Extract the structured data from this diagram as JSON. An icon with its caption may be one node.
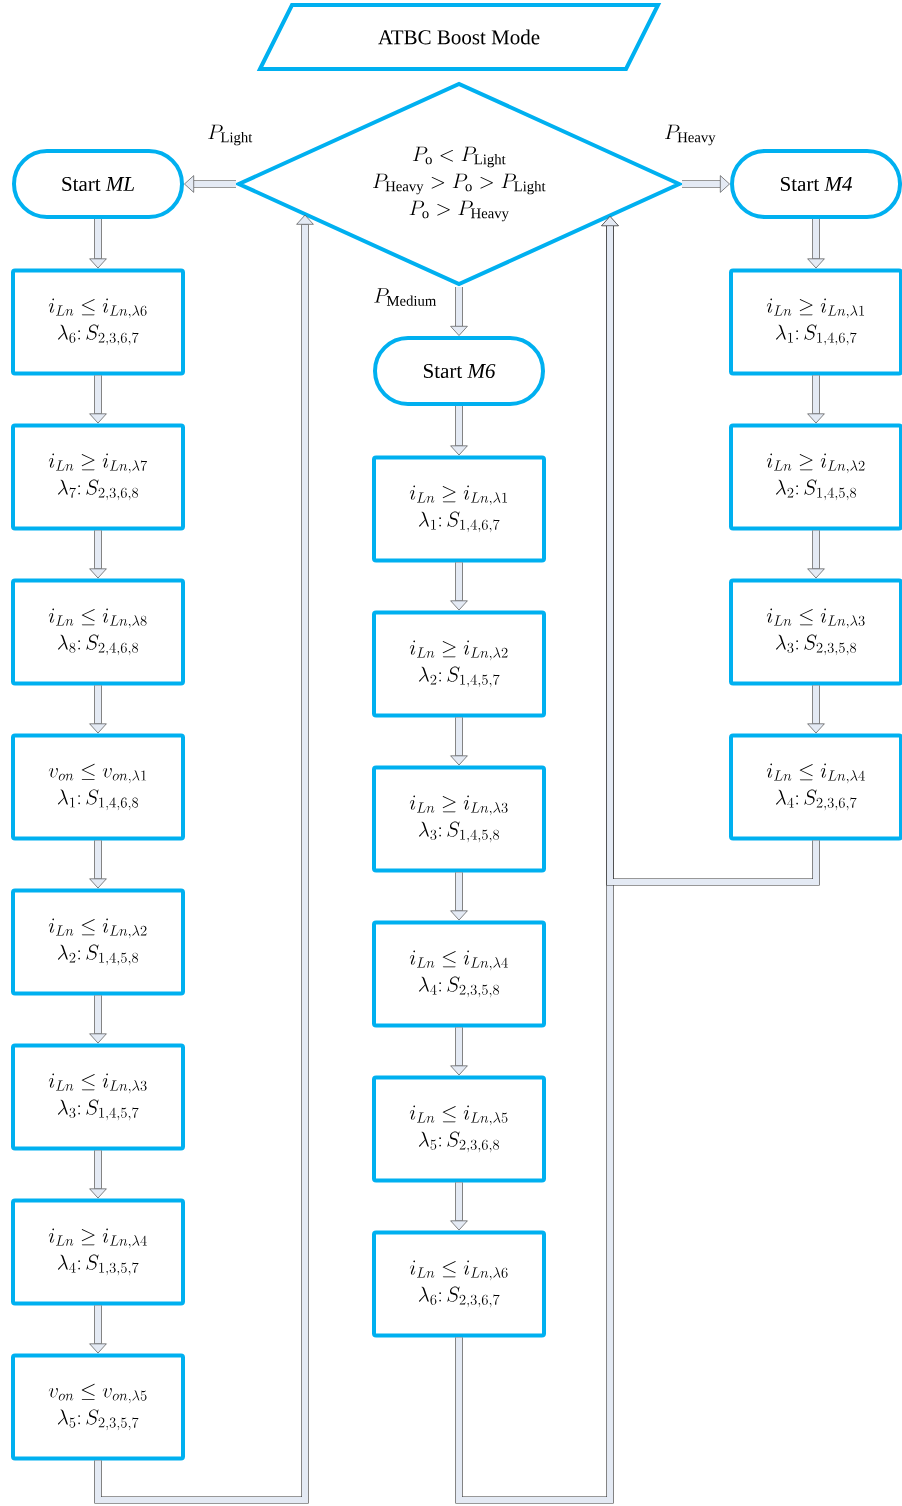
{
  "diagram": {
    "nodes": [
      {
        "text": [
          "ATBC Boost Mode"
        ]
      },
      {
        "text": [
          "P_{\\mathrm{o}} < P_{\\mathrm{Light}}",
          "P_{\\mathrm{Heavy}} > P_{\\mathrm{o}} > P_{\\mathrm{Light}}",
          "P_{\\mathrm{o}} > P_{\\mathrm{Heavy}}"
        ]
      },
      {
        "text": [
          "Start *ML*"
        ]
      },
      {
        "text": [
          "Start *M4*"
        ]
      },
      {
        "text": [
          "Start *M6*"
        ]
      },
      {
        "text": [
          "i_{Ln} \\le i_{Ln,\\lambda 6}",
          "\\lambda_6\\colon S_{2,3,6,7}"
        ]
      },
      {
        "text": [
          "i_{Ln} \\ge i_{Ln,\\lambda 7}",
          "\\lambda_7\\colon S_{2,3,6,8}"
        ]
      },
      {
        "text": [
          "i_{Ln} \\le i_{Ln,\\lambda 8}",
          "\\lambda_8\\colon S_{2,4,6,8}"
        ]
      },
      {
        "text": [
          "v_{on} \\le v_{on,\\lambda 1}",
          "\\lambda_1\\colon S_{1,4,6,8}"
        ]
      },
      {
        "text": [
          "i_{Ln} \\le i_{Ln,\\lambda 2}",
          "\\lambda_2\\colon S_{1,4,5,8}"
        ]
      },
      {
        "text": [
          "i_{Ln} \\le i_{Ln,\\lambda 3}",
          "\\lambda_3\\colon S_{1,4,5,7}"
        ]
      },
      {
        "text": [
          "i_{Ln} \\ge i_{Ln,\\lambda 4}",
          "\\lambda_4\\colon S_{1,3,5,7}"
        ]
      },
      {
        "text": [
          "v_{on} \\le v_{on,\\lambda 5}",
          "\\lambda_5\\colon S_{2,3,5,7}"
        ]
      },
      {
        "text": [
          "i_{Ln} \\ge i_{Ln,\\lambda 1}",
          "\\lambda_1\\colon S_{1,4,6,7}"
        ]
      },
      {
        "text": [
          "i_{Ln} \\ge i_{Ln,\\lambda 2}",
          "\\lambda_2\\colon S_{1,4,5,7}"
        ]
      },
      {
        "text": [
          "i_{Ln} \\ge i_{Ln,\\lambda 3}",
          "\\lambda_3\\colon S_{1,4,5,8}"
        ]
      },
      {
        "text": [
          "i_{Ln} \\le i_{Ln,\\lambda 4}",
          "\\lambda_4\\colon S_{2,3,5,8}"
        ]
      },
      {
        "text": [
          "i_{Ln} \\le i_{Ln,\\lambda 5}",
          "\\lambda_5\\colon S_{2,3,6,8}"
        ]
      },
      {
        "text": [
          "i_{Ln} \\le i_{Ln,\\lambda 6}",
          "\\lambda_6\\colon S_{2,3,6,7}"
        ]
      },
      {
        "text": [
          "i_{Ln} \\ge i_{Ln,\\lambda 1}",
          "\\lambda_1\\colon S_{1,4,6,7}"
        ]
      },
      {
        "text": [
          "i_{Ln} \\ge i_{Ln,\\lambda 2}",
          "\\lambda_2\\colon S_{1,4,5,8}"
        ]
      },
      {
        "text": [
          "i_{Ln} \\le i_{Ln,\\lambda 3}",
          "\\lambda_3\\colon S_{2,3,5,8}"
        ]
      },
      {
        "text": [
          "i_{Ln} \\le i_{Ln,\\lambda 4}",
          "\\lambda_4\\colon S_{2,3,6,7}"
        ]
      }
    ],
    "edges": [
      {
        "from": 1,
        "to": 2,
        "arrow": "to",
        "label": "P_{\\mathrm{Light}}"
      },
      {
        "from": 1,
        "to": 3,
        "arrow": "to",
        "label": "P_{\\mathrm{Heavy}}"
      },
      {
        "from": 1,
        "to": 4,
        "arrow": "to",
        "label": "P_{\\mathrm{Medium}}"
      },
      {
        "from": 2,
        "to": 5,
        "arrow": "to"
      },
      {
        "from": 5,
        "to": 6,
        "arrow": "to"
      },
      {
        "from": 6,
        "to": 7,
        "arrow": "to"
      },
      {
        "from": 7,
        "to": 8,
        "arrow": "to"
      },
      {
        "from": 8,
        "to": 9,
        "arrow": "to"
      },
      {
        "from": 9,
        "to": 10,
        "arrow": "to"
      },
      {
        "from": 10,
        "to": 11,
        "arrow": "to"
      },
      {
        "from": 11,
        "to": 12,
        "arrow": "to"
      },
      {
        "from": 12,
        "to": 1,
        "arrow": "to"
      },
      {
        "from": 4,
        "to": 13,
        "arrow": "to"
      },
      {
        "from": 13,
        "to": 14,
        "arrow": "to"
      },
      {
        "from": 14,
        "to": 15,
        "arrow": "to"
      },
      {
        "from": 15,
        "to": 16,
        "arrow": "to"
      },
      {
        "from": 16,
        "to": 17,
        "arrow": "to"
      },
      {
        "from": 17,
        "to": 18,
        "arrow": "to"
      },
      {
        "from": 18,
        "to": 1,
        "arrow": "to"
      },
      {
        "from": 3,
        "to": 19,
        "arrow": "to"
      },
      {
        "from": 19,
        "to": 20,
        "arrow": "to"
      },
      {
        "from": 20,
        "to": 21,
        "arrow": "to"
      },
      {
        "from": 21,
        "to": 22,
        "arrow": "to"
      },
      {
        "from": 22,
        "to": 1,
        "arrow": "to"
      }
    ]
  }
}
